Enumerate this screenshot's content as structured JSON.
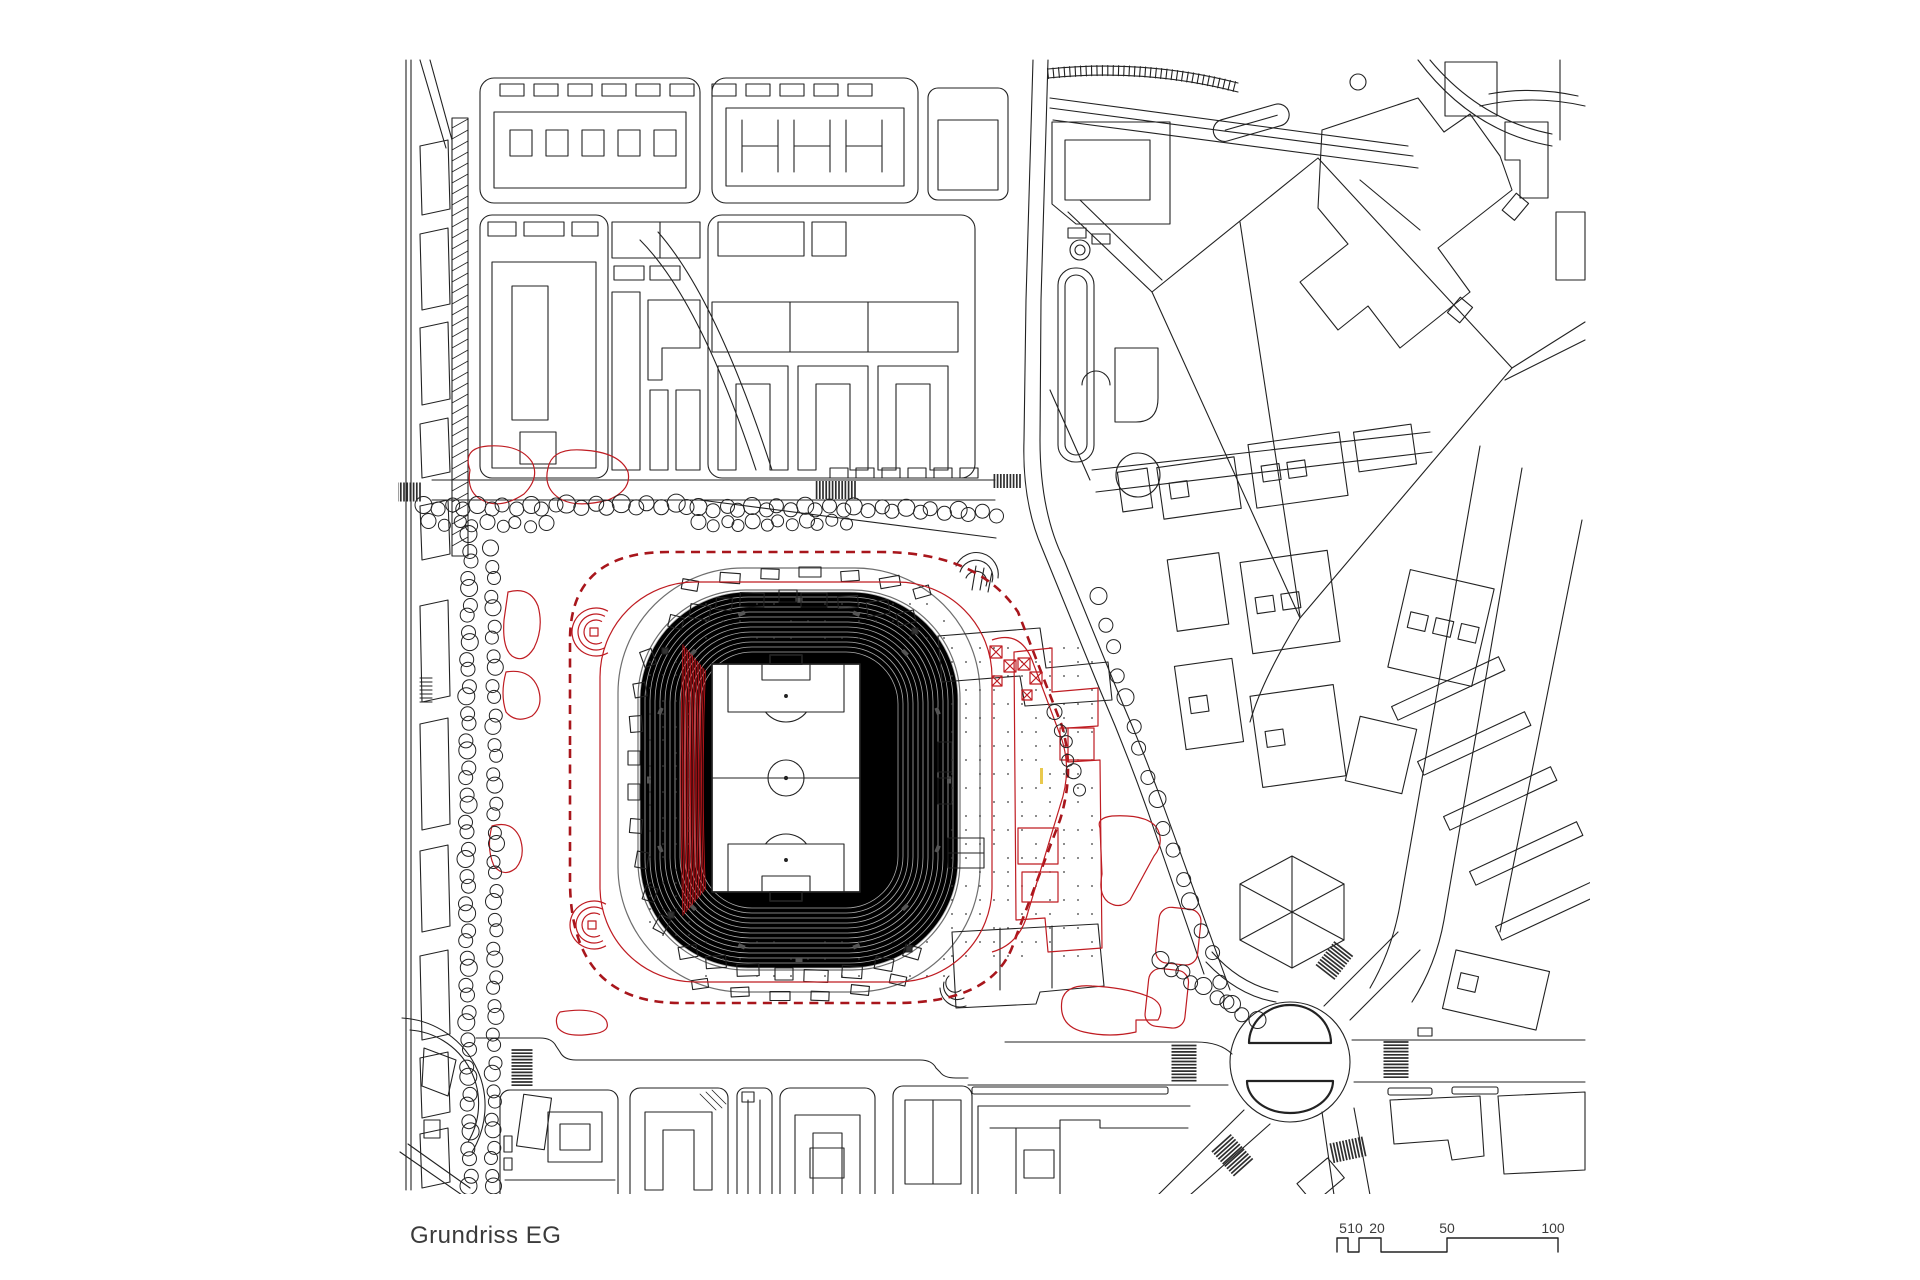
{
  "caption": {
    "text": "Grundriss EG"
  },
  "scale_bar": {
    "labels": [
      "5",
      "10",
      "20",
      "50",
      "100"
    ]
  },
  "colors": {
    "ink": "#222222",
    "tier_gray": "#ababab",
    "bowl_edge": "#6e6e6e",
    "accent_red": "#bf1c22",
    "dash_red": "#a8161c",
    "seat_red": "#c3161c",
    "highlight_yellow": "#e9c94d",
    "caption": "#3b3b3b"
  }
}
